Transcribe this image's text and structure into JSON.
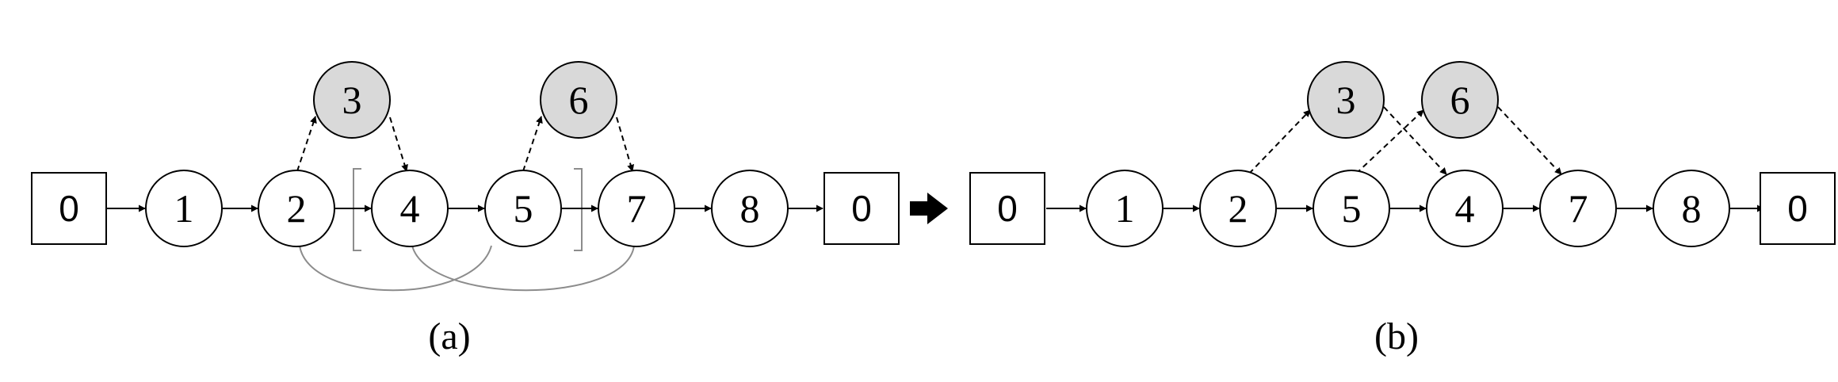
{
  "arrow_symbol": "➡",
  "panel_a": {
    "caption": "(a)",
    "depot_start": "0",
    "depot_end": "0",
    "route": [
      "1",
      "2",
      "4",
      "5",
      "7",
      "8"
    ],
    "side_nodes": [
      "3",
      "6"
    ],
    "side_node_color": "#d9d9d9",
    "bracket_left": "[",
    "bracket_right": "]"
  },
  "panel_b": {
    "caption": "(b)",
    "depot_start": "0",
    "depot_end": "0",
    "route": [
      "1",
      "2",
      "5",
      "4",
      "7",
      "8"
    ],
    "side_nodes": [
      "3",
      "6"
    ]
  },
  "colors": {
    "stroke": "#000000",
    "side_node_fill": "#d9d9d9",
    "swap_arc": "#8c8c8c"
  }
}
